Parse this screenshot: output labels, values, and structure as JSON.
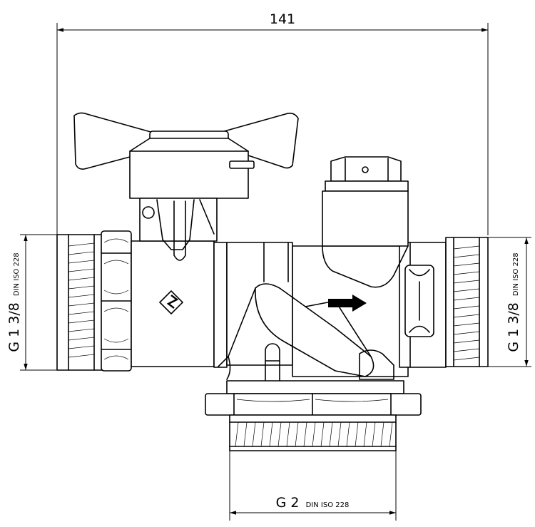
{
  "dimensions": {
    "overall_width": "141",
    "left_thread": {
      "size": "G 1 3/8",
      "standard": "DIN ISO 228"
    },
    "right_thread": {
      "size": "G 1 3/8",
      "standard": "DIN ISO 228"
    },
    "bottom_thread": {
      "size": "G 2",
      "standard": "DIN ISO 228"
    }
  }
}
